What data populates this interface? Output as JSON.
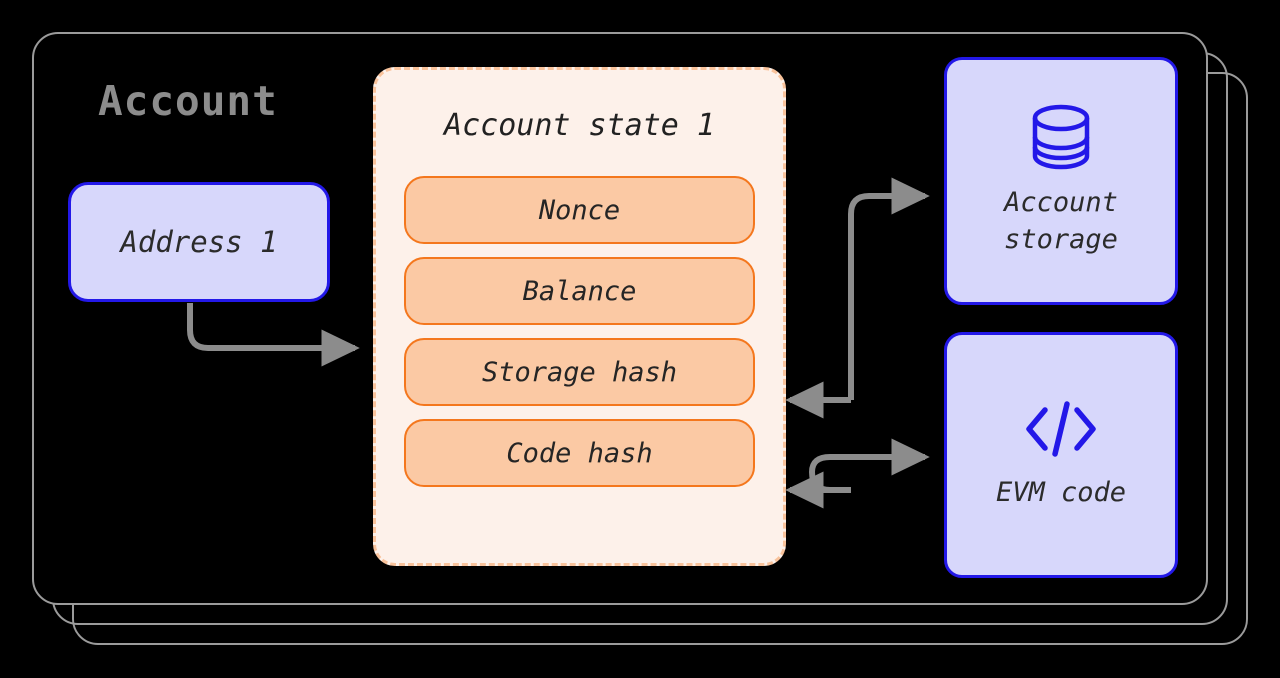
{
  "diagram": {
    "title": "Account",
    "outer_container_name": "Account",
    "colors": {
      "background": "#000000",
      "shell_border": "#9b9b9b",
      "title_text": "#8c8c8c",
      "blue_fill": "#d7d7fb",
      "blue_border": "#2318e8",
      "state_fill": "#fdf1ea",
      "state_border": "#f9c39c",
      "pill_fill": "#fbc9a4",
      "pill_border": "#f4771d",
      "arrow": "#8c8c8c"
    }
  },
  "address": {
    "label": "Address 1"
  },
  "account_state": {
    "title": "Account state 1",
    "fields": [
      {
        "label": "Nonce"
      },
      {
        "label": "Balance"
      },
      {
        "label": "Storage hash"
      },
      {
        "label": "Code hash"
      }
    ]
  },
  "external": [
    {
      "id": "account-storage",
      "icon": "database-icon",
      "label": "Account\nstorage"
    },
    {
      "id": "evm-code",
      "icon": "code-icon",
      "label": "EVM code"
    }
  ],
  "arrows": [
    {
      "name": "address-to-account-state",
      "from": "Address 1",
      "to": "Account state 1",
      "direction": "forward"
    },
    {
      "name": "storage-hash-to-account-storage",
      "from": "Storage hash",
      "to": "Account storage",
      "direction": "forward"
    },
    {
      "name": "account-storage-to-storage-hash",
      "from": "Account storage",
      "to": "Storage hash",
      "direction": "forward"
    },
    {
      "name": "code-hash-to-evm-code",
      "from": "Code hash",
      "to": "EVM code",
      "direction": "forward"
    },
    {
      "name": "evm-code-to-code-hash",
      "from": "EVM code",
      "to": "Code hash",
      "direction": "forward"
    }
  ]
}
